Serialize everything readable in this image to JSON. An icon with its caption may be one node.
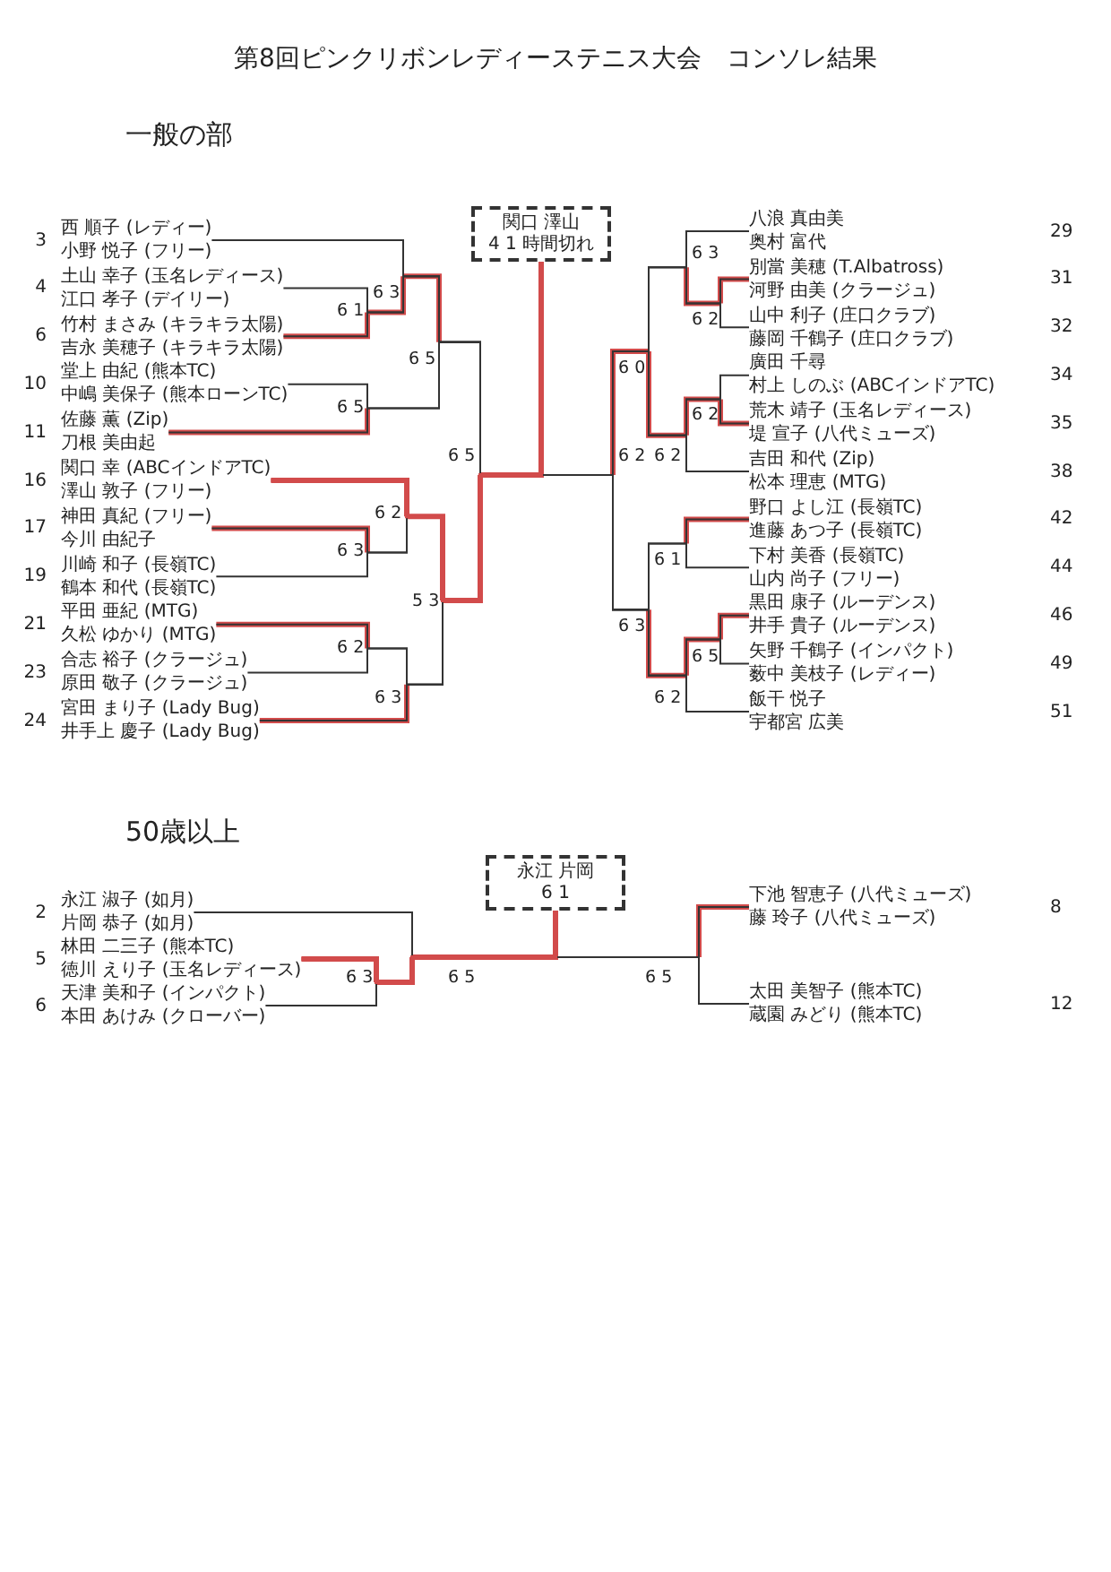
{
  "diagram": {
    "title": "第8回ピンクリボンレディーステニス大会　コンソレ結果",
    "nodes": [
      {
        "text": [
          "関口 澤山",
          "4 1 時間切れ"
        ]
      },
      {
        "text": [
          "西 順子 (レディー)",
          "小野 悦子 (フリー)"
        ],
        "beside": [
          "3"
        ]
      },
      {
        "text": [
          "土山 幸子 (玉名レディース)",
          "江口 孝子 (デイリー)"
        ],
        "beside": [
          "4"
        ]
      },
      {
        "text": [
          "竹村 まさみ (キラキラ太陽)",
          "吉永 美穂子 (キラキラ太陽)"
        ],
        "beside": [
          "6"
        ]
      },
      {
        "text": [
          "堂上 由紀 (熊本TC)",
          "中嶋 美保子 (熊本ローンTC)"
        ],
        "beside": [
          "10"
        ]
      },
      {
        "text": [
          "佐藤 薫 (Zip)",
          "刀根 美由起"
        ],
        "beside": [
          "11"
        ]
      },
      {
        "text": [
          "関口 幸 (ABCインドアTC)",
          "澤山 敦子 (フリー)"
        ],
        "beside": [
          "16"
        ]
      },
      {
        "text": [
          "神田 真紀 (フリー)",
          "今川 由紀子"
        ],
        "beside": [
          "17"
        ]
      },
      {
        "text": [
          "川崎 和子 (長嶺TC)",
          "鶴本 和代 (長嶺TC)"
        ],
        "beside": [
          "19"
        ]
      },
      {
        "text": [
          "平田 亜紀 (MTG)",
          "久松 ゆかり (MTG)"
        ],
        "beside": [
          "21"
        ]
      },
      {
        "text": [
          "合志 裕子 (クラージュ)",
          "原田 敬子 (クラージュ)"
        ],
        "beside": [
          "23"
        ]
      },
      {
        "text": [
          "宮田 まり子 (Lady Bug)",
          "井手上 慶子 (Lady Bug)"
        ],
        "beside": [
          "24"
        ]
      },
      {
        "text": [
          "八浪 真由美",
          "奥村 富代"
        ],
        "beside": [
          "29"
        ]
      },
      {
        "text": [
          "別當 美穂 (T.Albatross)",
          "河野 由美 (クラージュ)"
        ],
        "beside": [
          "31"
        ]
      },
      {
        "text": [
          "山中 利子 (庄口クラブ)",
          "藤岡 千鶴子 (庄口クラブ)"
        ],
        "beside": [
          "32"
        ]
      },
      {
        "text": [
          "廣田 千尋",
          "村上 しのぶ (ABCインドアTC)"
        ],
        "beside": [
          "34"
        ]
      },
      {
        "text": [
          "荒木 靖子 (玉名レディース)",
          "堤 宣子 (八代ミューズ)"
        ],
        "beside": [
          "35"
        ]
      },
      {
        "text": [
          "吉田 和代 (Zip)",
          "松本 理恵 (MTG)"
        ],
        "beside": [
          "38"
        ]
      },
      {
        "text": [
          "野口 よし江 (長嶺TC)",
          "進藤 あつ子 (長嶺TC)"
        ],
        "beside": [
          "42"
        ]
      },
      {
        "text": [
          "下村 美香 (長嶺TC)",
          "山内 尚子 (フリー)"
        ],
        "beside": [
          "44"
        ]
      },
      {
        "text": [
          "黒田 康子 (ルーデンス)",
          "井手 貴子 (ルーデンス)"
        ],
        "beside": [
          "46"
        ]
      },
      {
        "text": [
          "矢野 千鶴子 (インパクト)",
          "薮中 美枝子 (レディー)"
        ],
        "beside": [
          "49"
        ]
      },
      {
        "text": [
          "飯干 悦子",
          "宇都宮 広美"
        ],
        "beside": [
          "51"
        ]
      },
      {
        "text": [
          "永江 片岡",
          "6 1"
        ]
      },
      {
        "text": [
          "永江 淑子 (如月)",
          "片岡 恭子 (如月)"
        ],
        "beside": [
          "2"
        ]
      },
      {
        "text": [
          "林田 二三子 (熊本TC)",
          "徳川 えり子 (玉名レディース)"
        ],
        "beside": [
          "5"
        ]
      },
      {
        "text": [
          "天津 美和子 (インパクト)",
          "本田 あけみ (クローバー)"
        ],
        "beside": [
          "6"
        ]
      },
      {
        "text": [
          "下池 智恵子 (八代ミューズ)",
          "藤 玲子 (八代ミューズ)"
        ],
        "beside": [
          "8"
        ]
      },
      {
        "text": [
          "太田 美智子 (熊本TC)",
          "蔵園 みどり (熊本TC)"
        ],
        "beside": [
          "12"
        ]
      }
    ],
    "edges": [
      {
        "from": 1,
        "to": 0,
        "arrow": "none"
      },
      {
        "from": 2,
        "to": 0,
        "arrow": "none"
      },
      {
        "from": 3,
        "to": 0,
        "arrow": "none"
      },
      {
        "from": 4,
        "to": 0,
        "arrow": "none"
      },
      {
        "from": 5,
        "to": 0,
        "arrow": "none"
      },
      {
        "from": 6,
        "to": 0,
        "arrow": "none",
        "color": "#d24b4b"
      },
      {
        "from": 7,
        "to": 0,
        "arrow": "none"
      },
      {
        "from": 8,
        "to": 0,
        "arrow": "none"
      },
      {
        "from": 9,
        "to": 0,
        "arrow": "none"
      },
      {
        "from": 10,
        "to": 0,
        "arrow": "none"
      },
      {
        "from": 11,
        "to": 0,
        "arrow": "none"
      },
      {
        "from": 12,
        "to": 0,
        "arrow": "none"
      },
      {
        "from": 13,
        "to": 0,
        "arrow": "none"
      },
      {
        "from": 14,
        "to": 0,
        "arrow": "none"
      },
      {
        "from": 15,
        "to": 0,
        "arrow": "none"
      },
      {
        "from": 16,
        "to": 0,
        "arrow": "none"
      },
      {
        "from": 17,
        "to": 0,
        "arrow": "none"
      },
      {
        "from": 18,
        "to": 0,
        "arrow": "none"
      },
      {
        "from": 19,
        "to": 0,
        "arrow": "none"
      },
      {
        "from": 20,
        "to": 0,
        "arrow": "none"
      },
      {
        "from": 21,
        "to": 0,
        "arrow": "none"
      },
      {
        "from": 22,
        "to": 0,
        "arrow": "none"
      },
      {
        "from": 24,
        "to": 23,
        "arrow": "none"
      },
      {
        "from": 25,
        "to": 23,
        "arrow": "none",
        "color": "#d24b4b"
      },
      {
        "from": 26,
        "to": 23,
        "arrow": "none"
      },
      {
        "from": 27,
        "to": 23,
        "arrow": "none"
      },
      {
        "from": 28,
        "to": 23,
        "arrow": "none"
      }
    ],
    "labels": [
      "一般の部",
      "6 3",
      "6 3",
      "6 1",
      "6 2",
      "6 5",
      "6 0",
      "6 5",
      "6 2",
      "6 5",
      "6 2",
      "6 2",
      "6 2",
      "6 3",
      "6 1",
      "5 3",
      "6 3",
      "6 2",
      "6 5",
      "6 3",
      "6 2",
      "50歳以上",
      "6 3",
      "6 5",
      "6 5"
    ]
  }
}
